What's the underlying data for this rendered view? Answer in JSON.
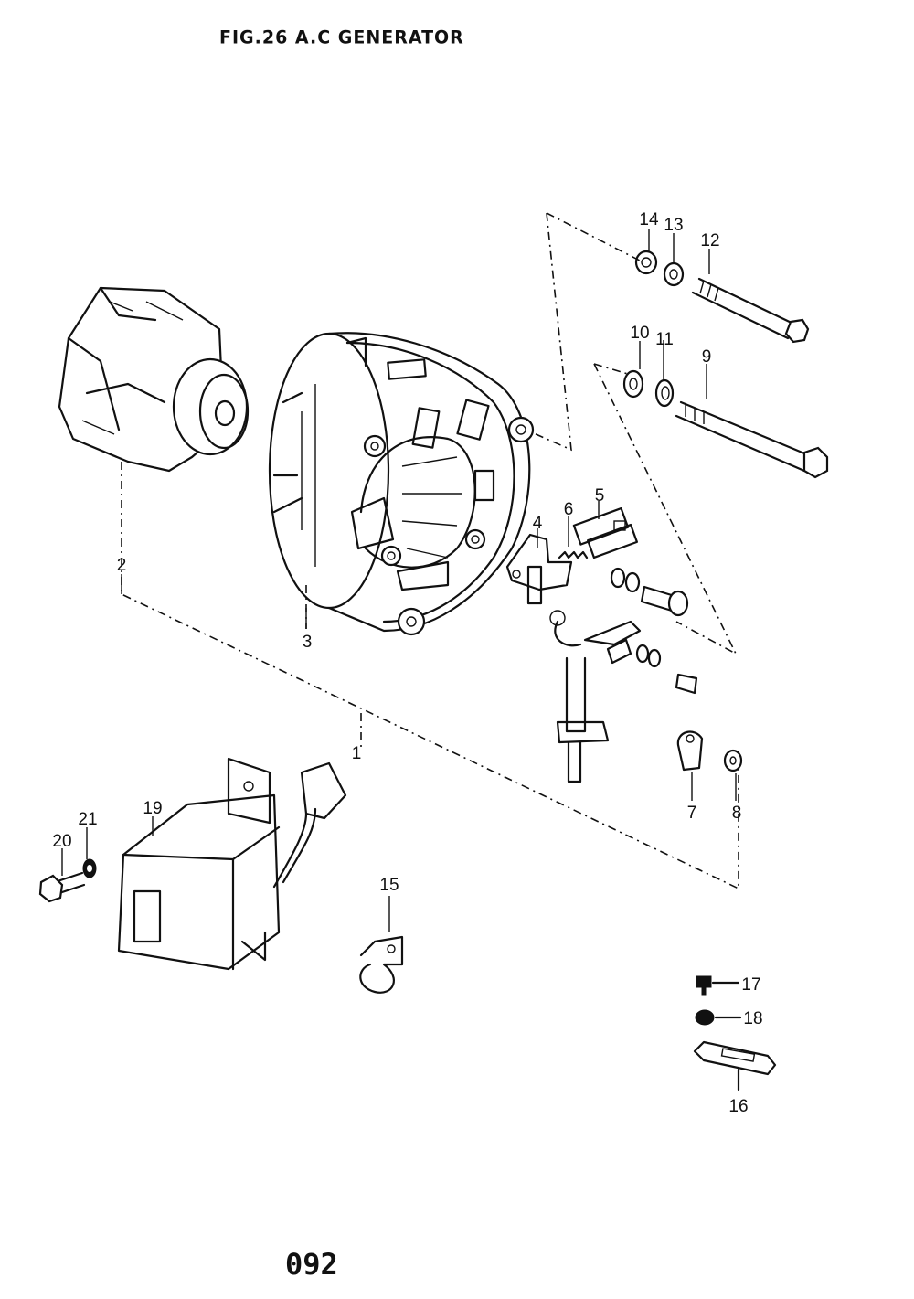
{
  "header": {
    "title": "FIG.26  A.C GENERATOR"
  },
  "footer": {
    "page_number": "092"
  },
  "callouts": [
    {
      "id": "c1",
      "label": "1"
    },
    {
      "id": "c2",
      "label": "2"
    },
    {
      "id": "c3",
      "label": "3"
    },
    {
      "id": "c4",
      "label": "4"
    },
    {
      "id": "c5",
      "label": "5"
    },
    {
      "id": "c6",
      "label": "6"
    },
    {
      "id": "c7",
      "label": "7"
    },
    {
      "id": "c8",
      "label": "8"
    },
    {
      "id": "c9",
      "label": "9"
    },
    {
      "id": "c10",
      "label": "10"
    },
    {
      "id": "c11",
      "label": "11"
    },
    {
      "id": "c12",
      "label": "12"
    },
    {
      "id": "c13",
      "label": "13"
    },
    {
      "id": "c14",
      "label": "14"
    },
    {
      "id": "c15",
      "label": "15"
    },
    {
      "id": "c16",
      "label": "16"
    },
    {
      "id": "c17",
      "label": "17"
    },
    {
      "id": "c18",
      "label": "18"
    },
    {
      "id": "c19",
      "label": "19"
    },
    {
      "id": "c20",
      "label": "20"
    },
    {
      "id": "c21",
      "label": "21"
    }
  ]
}
